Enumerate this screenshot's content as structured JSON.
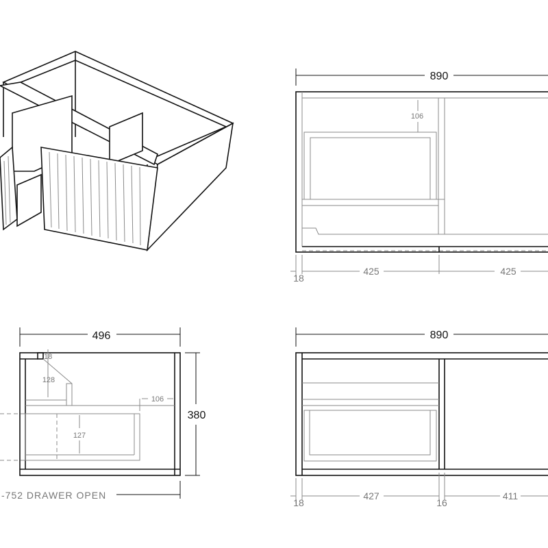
{
  "iso_view": {},
  "front_open": {
    "width_label": "890",
    "top_inner_label": "106",
    "left_thickness_label": "18",
    "bay_left_label": "425",
    "bay_right_label": "425"
  },
  "side": {
    "depth_label": "496",
    "height_label": "380",
    "top_panel_label": "18",
    "shelf_height_label": "128",
    "setback_label": "106",
    "drawer_height_label": "127",
    "drawer_open_label": "-752 DRAWER OPEN"
  },
  "front_closed": {
    "width_label": "890",
    "left_thickness_label": "18",
    "bay_left_label": "427",
    "divider_label": "16",
    "bay_right_label": "411"
  }
}
